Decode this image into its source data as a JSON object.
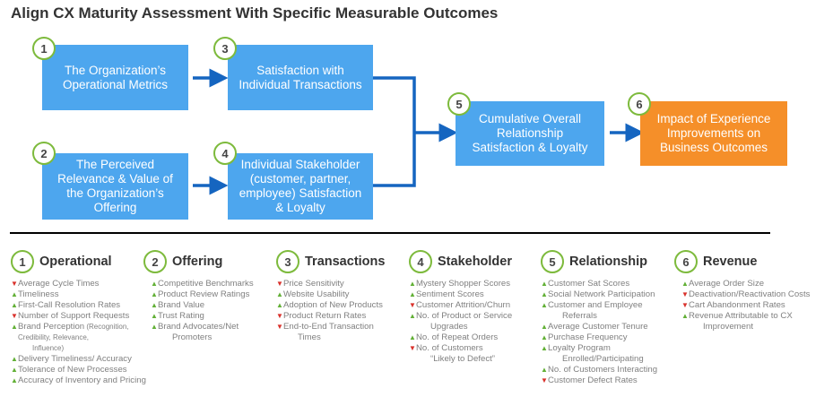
{
  "title": "Align CX Maturity Assessment With Specific Measurable Outcomes",
  "colors": {
    "blue_box": "#4da6ee",
    "orange_box": "#f58f29",
    "badge_border": "#7dba3c",
    "arrow": "#1565c0",
    "up": "#62b036",
    "down": "#d9312b"
  },
  "boxes": [
    {
      "num": "1",
      "lines": [
        "The Organization’s",
        "Operational Metrics"
      ]
    },
    {
      "num": "2",
      "lines": [
        "The Perceived",
        "Relevance & Value of",
        "the Organization’s",
        "Offering"
      ]
    },
    {
      "num": "3",
      "lines": [
        "Satisfaction with",
        "Individual Transactions"
      ]
    },
    {
      "num": "4",
      "lines": [
        "Individual Stakeholder",
        "(customer, partner,",
        "employee) Satisfaction",
        "& Loyalty"
      ]
    },
    {
      "num": "5",
      "lines": [
        "Cumulative Overall",
        "Relationship",
        "Satisfaction & Loyalty"
      ]
    },
    {
      "num": "6",
      "lines": [
        "Impact of Experience",
        "Improvements on",
        "Business Outcomes"
      ]
    }
  ],
  "columns": [
    {
      "num": "1",
      "title": "Operational",
      "items": [
        {
          "dir": "down",
          "lines": [
            "Average Cycle Times"
          ]
        },
        {
          "dir": "up",
          "lines": [
            "Timeliness"
          ]
        },
        {
          "dir": "up",
          "lines": [
            "First-Call Resolution Rates"
          ]
        },
        {
          "dir": "down",
          "lines": [
            "Number of Support Requests"
          ]
        },
        {
          "dir": "up",
          "lines": [
            "Brand Perception"
          ],
          "note": " (Recognition,",
          "sublines": [
            "Credibility, Relevance,",
            "Influence)"
          ]
        },
        {
          "dir": "up",
          "lines": [
            "Delivery Timeliness/ Accuracy"
          ]
        },
        {
          "dir": "up",
          "lines": [
            "Tolerance of New Processes"
          ]
        },
        {
          "dir": "up",
          "lines": [
            "Accuracy of Inventory and Pricing"
          ]
        }
      ]
    },
    {
      "num": "2",
      "title": "Offering",
      "items": [
        {
          "dir": "up",
          "lines": [
            "Competitive Benchmarks"
          ]
        },
        {
          "dir": "up",
          "lines": [
            "Product Review Ratings"
          ]
        },
        {
          "dir": "up",
          "lines": [
            "Brand Value"
          ]
        },
        {
          "dir": "up",
          "lines": [
            "Trust Rating"
          ]
        },
        {
          "dir": "up",
          "lines": [
            "Brand Advocates/Net",
            "Promoters"
          ]
        }
      ]
    },
    {
      "num": "3",
      "title": "Transactions",
      "items": [
        {
          "dir": "down",
          "lines": [
            "Price Sensitivity"
          ]
        },
        {
          "dir": "up",
          "lines": [
            "Website Usability"
          ]
        },
        {
          "dir": "up",
          "lines": [
            "Adoption of New Products"
          ]
        },
        {
          "dir": "down",
          "lines": [
            "Product Return Rates"
          ]
        },
        {
          "dir": "down",
          "lines": [
            "End-to-End Transaction",
            "Times"
          ]
        }
      ]
    },
    {
      "num": "4",
      "title": "Stakeholder",
      "items": [
        {
          "dir": "up",
          "lines": [
            "Mystery Shopper Scores"
          ]
        },
        {
          "dir": "up",
          "lines": [
            "Sentiment Scores"
          ]
        },
        {
          "dir": "down",
          "lines": [
            "Customer Attrition/Churn"
          ]
        },
        {
          "dir": "up",
          "lines": [
            "No. of Product or Service",
            "Upgrades"
          ]
        },
        {
          "dir": "up",
          "lines": [
            "No. of Repeat Orders"
          ]
        },
        {
          "dir": "down",
          "lines": [
            "No. of Customers",
            "“Likely to Defect”"
          ]
        }
      ]
    },
    {
      "num": "5",
      "title": "Relationship",
      "items": [
        {
          "dir": "up",
          "lines": [
            "Customer Sat Scores"
          ]
        },
        {
          "dir": "up",
          "lines": [
            "Social Network Participation"
          ]
        },
        {
          "dir": "up",
          "lines": [
            "Customer and Employee",
            "Referrals"
          ]
        },
        {
          "dir": "up",
          "lines": [
            "Average Customer Tenure"
          ]
        },
        {
          "dir": "up",
          "lines": [
            "Purchase Frequency"
          ]
        },
        {
          "dir": "up",
          "lines": [
            "Loyalty Program",
            "Enrolled/Participating"
          ]
        },
        {
          "dir": "up",
          "lines": [
            "No. of Customers Interacting"
          ]
        },
        {
          "dir": "down",
          "lines": [
            "Customer Defect Rates"
          ]
        }
      ]
    },
    {
      "num": "6",
      "title": "Revenue",
      "items": [
        {
          "dir": "up",
          "lines": [
            "Average Order Size"
          ]
        },
        {
          "dir": "down",
          "lines": [
            "Deactivation/Reactivation Costs"
          ]
        },
        {
          "dir": "down",
          "lines": [
            "Cart Abandonment Rates"
          ]
        },
        {
          "dir": "up",
          "lines": [
            "Revenue Attributable to CX",
            "Improvement"
          ]
        }
      ]
    }
  ]
}
